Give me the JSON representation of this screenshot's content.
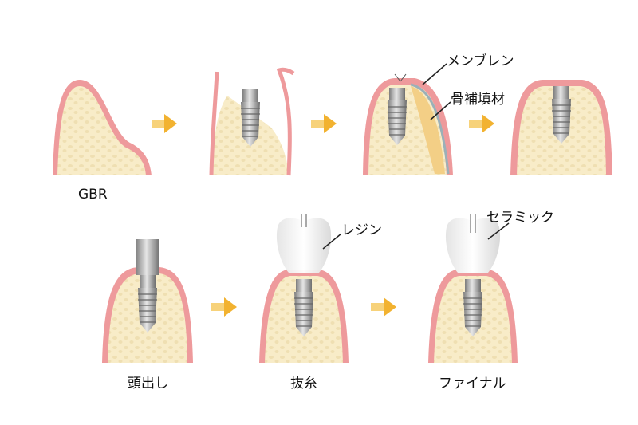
{
  "colors": {
    "gum": "#f0a0a0",
    "gum_edge": "#e9898d",
    "bone": "#f8ecc8",
    "bone_dots": "#eedcaa",
    "graft": "#f3cf86",
    "arrow": "#f2b230",
    "implant": "#a8a8a8"
  },
  "labels": {
    "gbr": "GBR",
    "membrane": "メンブレン",
    "bone_graft": "骨補填材",
    "resin": "レジン",
    "ceramic": "セラミック",
    "uncovering": "頭出し",
    "suture_removal": "抜糸",
    "final": "ファイナル"
  }
}
